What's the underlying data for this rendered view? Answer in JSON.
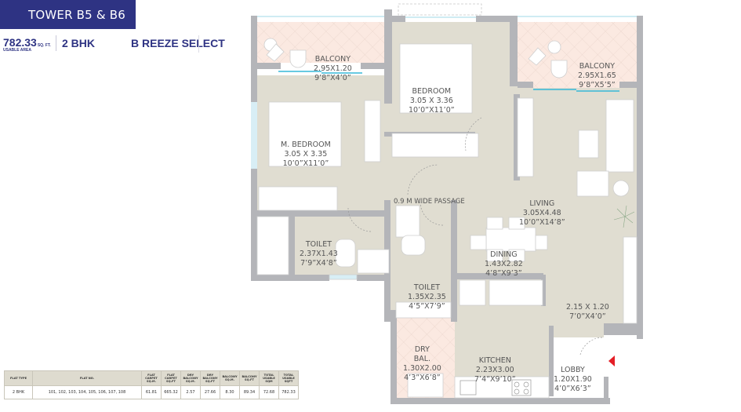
{
  "header": {
    "tower": "TOWER B5 & B6",
    "area_value": "782.33",
    "area_unit": "SQ. FT.",
    "area_caption": "USABLE AREA",
    "unit_type": "2 BHK",
    "collection": "B REEZE SELECT"
  },
  "colors": {
    "brand": "#2e3383",
    "wall": "#b4b5b9",
    "floor": "#e0ddd1",
    "balcony": "#fbe9e1",
    "glass": "#36b8d8",
    "entry_marker": "#e41e26"
  },
  "rooms": {
    "balcony1": {
      "name": "BALCONY",
      "metric": "2.95X1.20",
      "imperial": "9’8”X4’0”"
    },
    "bedroom": {
      "name": "BEDROOM",
      "metric": "3.05 X 3.36",
      "imperial": "10’0”X11’0”"
    },
    "balcony2": {
      "name": "BALCONY",
      "metric": "2.95X1.65",
      "imperial": "9’8”X5’5”"
    },
    "master_bedroom": {
      "name": "M. BEDROOM",
      "metric": "3.05 X 3.35",
      "imperial": "10’0”X11’0”"
    },
    "passage": {
      "name": "0.9 M WIDE PASSAGE"
    },
    "living": {
      "name": "LIVING",
      "metric": "3.05X4.48",
      "imperial": "10’0”X14’8”"
    },
    "toilet1": {
      "name": "TOILET",
      "metric": "2.37X1.43",
      "imperial": "7’9”X4’8”"
    },
    "toilet2": {
      "name": "TOILET",
      "metric": "1.35X2.35",
      "imperial": "4’5”X7’9”"
    },
    "dining": {
      "name": "DINING",
      "metric": "1.43X2.82",
      "imperial": "4’8”X9’3”"
    },
    "nook": {
      "metric": "2.15 X 1.20",
      "imperial": "7’0”X4’0”"
    },
    "dry_balcony": {
      "name1": "DRY",
      "name2": "BAL.",
      "metric": "1.30X2.00",
      "imperial": "4’3”X6’8”"
    },
    "kitchen": {
      "name": "KITCHEN",
      "metric": "2.23X3.00",
      "imperial": "7’4”X9’10”"
    },
    "lobby": {
      "name": "LOBBY",
      "metric": "1.20X1.90",
      "imperial": "4’0”X6’3”"
    }
  },
  "area_table": {
    "headers": [
      "FLAT TYPE",
      "FLAT NO.",
      "FLAT CARPET SQ.M.",
      "FLAT CARPET SQ.FT",
      "DRY BALCONY SQ.M.",
      "DRY BALCONY SQ.FT",
      "BALCONY SQ.M.",
      "BALCONY SQ.FT",
      "TOTAL USABLE SQM",
      "TOTAL USABLE SQFT"
    ],
    "rows": [
      [
        "2 BHK",
        "101, 102, 103, 104, 105, 106, 107, 108",
        "61.81",
        "665.32",
        "2.57",
        "27.66",
        "8.30",
        "89.34",
        "72.68",
        "782.33"
      ]
    ]
  }
}
